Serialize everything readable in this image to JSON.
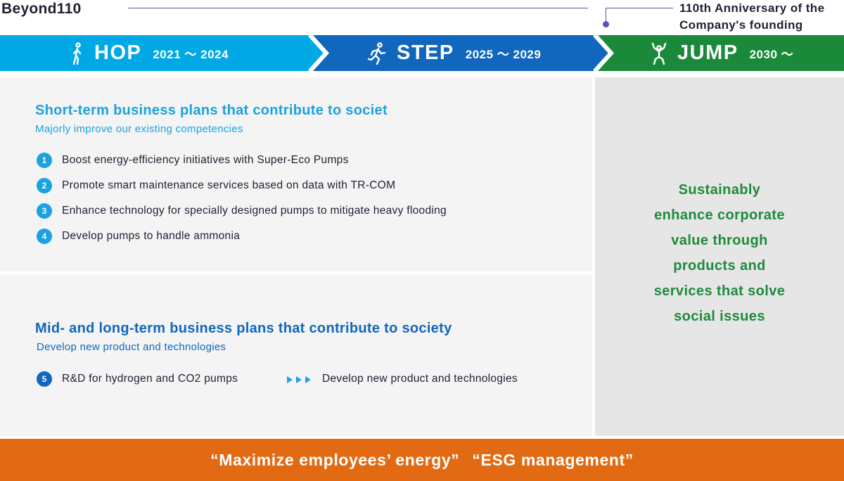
{
  "header": {
    "brand": "Beyond110",
    "anniversary_line1": "110th Anniversary of the",
    "anniversary_line2": "Company's founding"
  },
  "phases": [
    {
      "name": "HOP",
      "years": "2021 ～ 2024",
      "color": "#00a9e6",
      "icon": "walking-person-icon"
    },
    {
      "name": "STEP",
      "years": "2025 ～ 2029",
      "color": "#1166be",
      "icon": "running-person-icon"
    },
    {
      "name": "JUMP",
      "years": "2030 ～",
      "color": "#1a8a3a",
      "icon": "jumping-person-icon"
    }
  ],
  "short_term": {
    "title": "Short-term business plans that contribute to societ",
    "subtitle": "Majorly improve our existing competencies",
    "color": "#1aa3e0",
    "items": [
      {
        "num": "1",
        "text": "Boost energy-efficiency initiatives with Super-Eco Pumps"
      },
      {
        "num": "2",
        "text": "Promote smart maintenance services based on data with TR-COM"
      },
      {
        "num": "3",
        "text": "Enhance technology for specially designed pumps to mitigate heavy flooding"
      },
      {
        "num": "4",
        "text": "Develop pumps to handle ammonia"
      }
    ]
  },
  "mid_long_term": {
    "title": "Mid- and long-term business plans that contribute to society",
    "subtitle": "Develop new product and technologies",
    "color": "#1166be",
    "items": [
      {
        "num": "5",
        "text": "R&D for hydrogen and CO2 pumps",
        "result": "Develop new product and technologies"
      }
    ]
  },
  "jump_goal": {
    "lines": [
      "Sustainably",
      "enhance corporate",
      "value through",
      "products and",
      "services that solve",
      "social issues"
    ],
    "color": "#1e8a3c"
  },
  "footer": {
    "quote1": "“Maximize employees’ energy”",
    "quote2": "“ESG management”",
    "color": "#e26a12"
  }
}
